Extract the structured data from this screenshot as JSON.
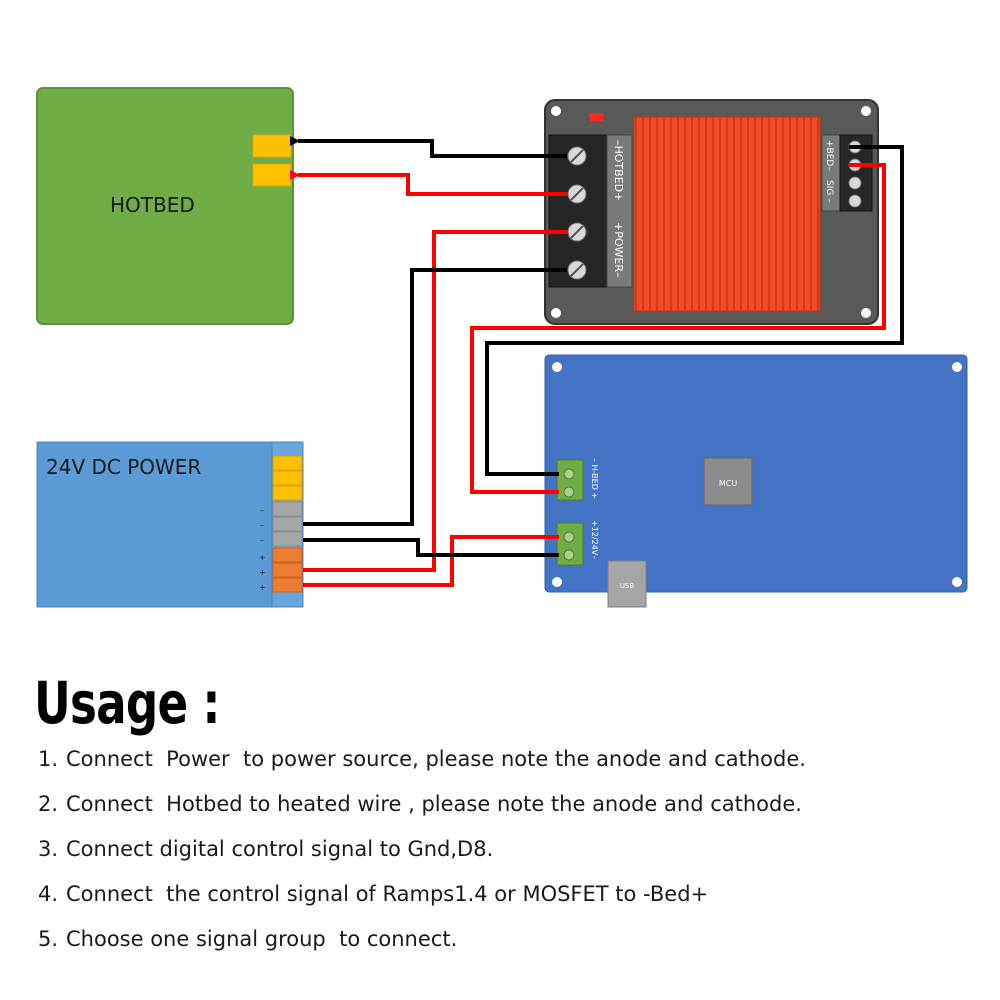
{
  "diagram": {
    "hotbed_label": "HOTBED",
    "power_label": "24V DC POWER",
    "mosfet": {
      "hotbed_label": "–HOTBED+",
      "power_label": "+POWER–",
      "signal_label": "SIG –",
      "bed_label": "+BED–"
    },
    "controller": {
      "mcu_label": "MCU",
      "usb_label": "USB",
      "hbed_label": "– H-BED +",
      "volt_label": "+12/24V–"
    },
    "psu_minus_marks": [
      "–",
      "–",
      "–"
    ],
    "psu_plus_marks": [
      "+",
      "+",
      "+"
    ],
    "colors": {
      "hotbed": "#70ad47",
      "psu": "#5b9bd5",
      "controller": "#4472c4",
      "mosfet_body": "#595959",
      "heatsink": "#f04a28",
      "wire_pos": "#ff0000",
      "wire_neg": "#000000",
      "terminal_yellow": "#ffc000",
      "terminal_gray": "#a6a6a6",
      "terminal_orange": "#ed7d31",
      "connector_green": "#70ad47"
    }
  },
  "usage": {
    "heading": "Usage :",
    "steps": [
      {
        "num": "1.",
        "text": "Connect  Power  to power source, please note the anode and cathode."
      },
      {
        "num": "2.",
        "text": "Connect  Hotbed to heated wire , please note the anode and cathode."
      },
      {
        "num": "3.",
        "text": "Connect digital control signal to Gnd,D8."
      },
      {
        "num": "4.",
        "text": "Connect  the control signal of Ramps1.4 or MOSFET to -Bed+"
      },
      {
        "num": "5.",
        "text": "Choose one signal group  to connect."
      }
    ]
  }
}
